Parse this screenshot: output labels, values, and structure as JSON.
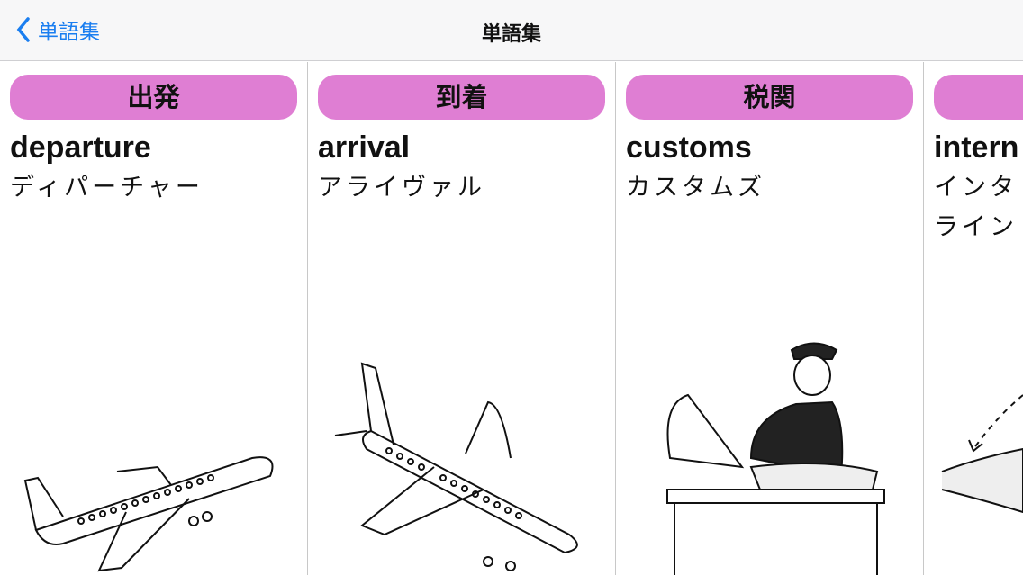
{
  "nav": {
    "back_label": "単語集",
    "title": "単語集"
  },
  "cards": [
    {
      "category": "出発",
      "english": "departure",
      "katakana": "ディパーチャー",
      "image": "airplane-takeoff"
    },
    {
      "category": "到着",
      "english": "arrival",
      "katakana": "アライヴァル",
      "image": "airplane-landing"
    },
    {
      "category": "税関",
      "english": "customs",
      "katakana": "カスタムズ",
      "image": "customs-officer"
    },
    {
      "category": "",
      "english": "intern",
      "katakana": "インタ",
      "katakana2": "ライン",
      "image": "flight-path"
    }
  ],
  "colors": {
    "accent": "#1a7ef0",
    "pill": "#df7ed3"
  }
}
